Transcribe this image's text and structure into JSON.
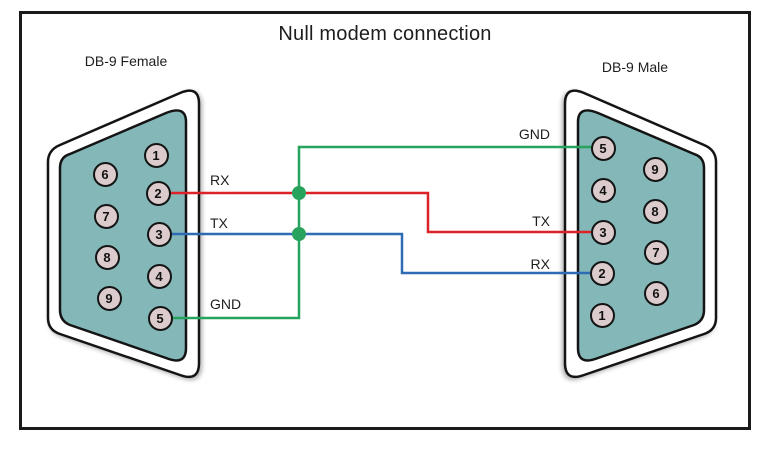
{
  "title": "Null modem connection",
  "connectors": {
    "female": {
      "label": "DB-9 Female",
      "pins": [
        "1",
        "2",
        "3",
        "4",
        "5",
        "6",
        "7",
        "8",
        "9"
      ]
    },
    "male": {
      "label": "DB-9 Male",
      "pins": [
        "1",
        "2",
        "3",
        "4",
        "5",
        "6",
        "7",
        "8",
        "9"
      ]
    }
  },
  "wires": {
    "red": {
      "color": "#dc2127",
      "female_pin": "2",
      "female_signal": "RX",
      "male_pin": "3",
      "male_signal": "TX"
    },
    "blue": {
      "color": "#2d6cb4",
      "female_pin": "3",
      "female_signal": "TX",
      "male_pin": "2",
      "male_signal": "RX"
    },
    "green": {
      "color": "#27a35e",
      "female_pin": "5",
      "female_signal": "GND",
      "male_pin": "5",
      "male_signal": "GND"
    }
  },
  "colors": {
    "connector_fill": "#84b7b8",
    "pin_fill": "#dccbcc",
    "outline": "#1a1a1a"
  }
}
